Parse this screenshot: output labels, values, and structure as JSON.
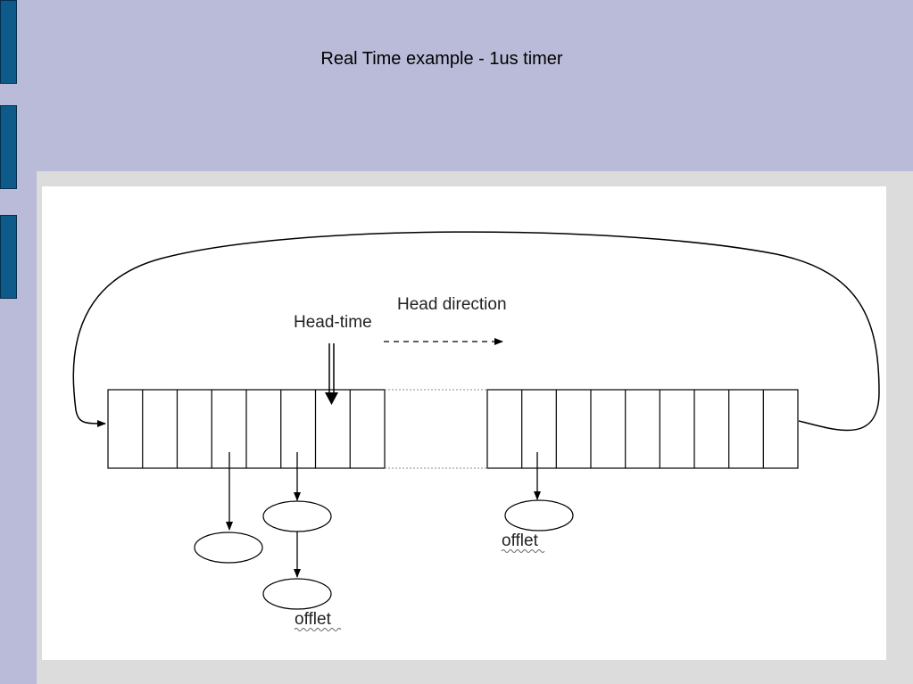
{
  "slide": {
    "title": "Real Time example  - 1us timer"
  },
  "diagram": {
    "head_time_label": "Head-time",
    "head_direction_label": "Head direction",
    "offlet_label_1": "offlet",
    "offlet_label_2": "offlet"
  },
  "colors": {
    "background": "#b9bbd8",
    "tab": "#0e5a8a",
    "frame": "#dcdcdc"
  }
}
